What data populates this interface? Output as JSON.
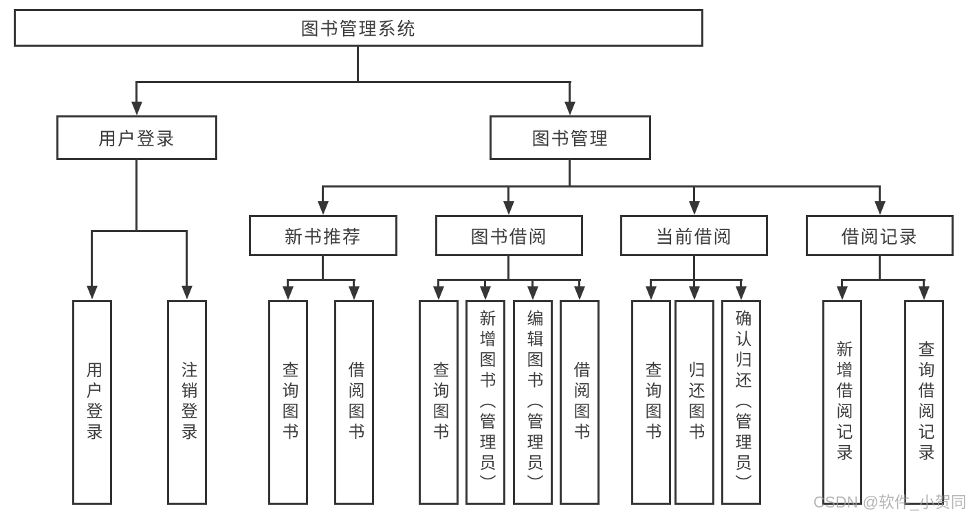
{
  "diagram": {
    "title": "图书管理系统",
    "root": "图书管理系统",
    "branches": {
      "user_login": "用户登录",
      "book_management": "图书管理"
    },
    "modules": {
      "new_book_recommend": "新书推荐",
      "book_borrow": "图书借阅",
      "current_borrow": "当前借阅",
      "borrow_records": "借阅记录"
    },
    "leaves": {
      "user_login_1": "用户登录",
      "user_login_2": "注销登录",
      "recommend_1": "查询图书",
      "recommend_2": "借阅图书",
      "borrow_1": "查询图书",
      "borrow_2": "新增图书（管理员）",
      "borrow_3": "编辑图书（管理员）",
      "borrow_4": "借阅图书",
      "current_1": "查询图书",
      "current_2": "归还图书",
      "current_3": "确认归还（管理员）",
      "records_1": "新增借阅记录",
      "records_2": "查询借阅记录"
    }
  },
  "watermark": "CSDN @软件_小贺同学",
  "colors": {
    "line": "#363636",
    "text": "#3d3d3d",
    "box_fill": "#ffffff",
    "background": "#ffffff",
    "watermark": "#9e9e9e"
  }
}
